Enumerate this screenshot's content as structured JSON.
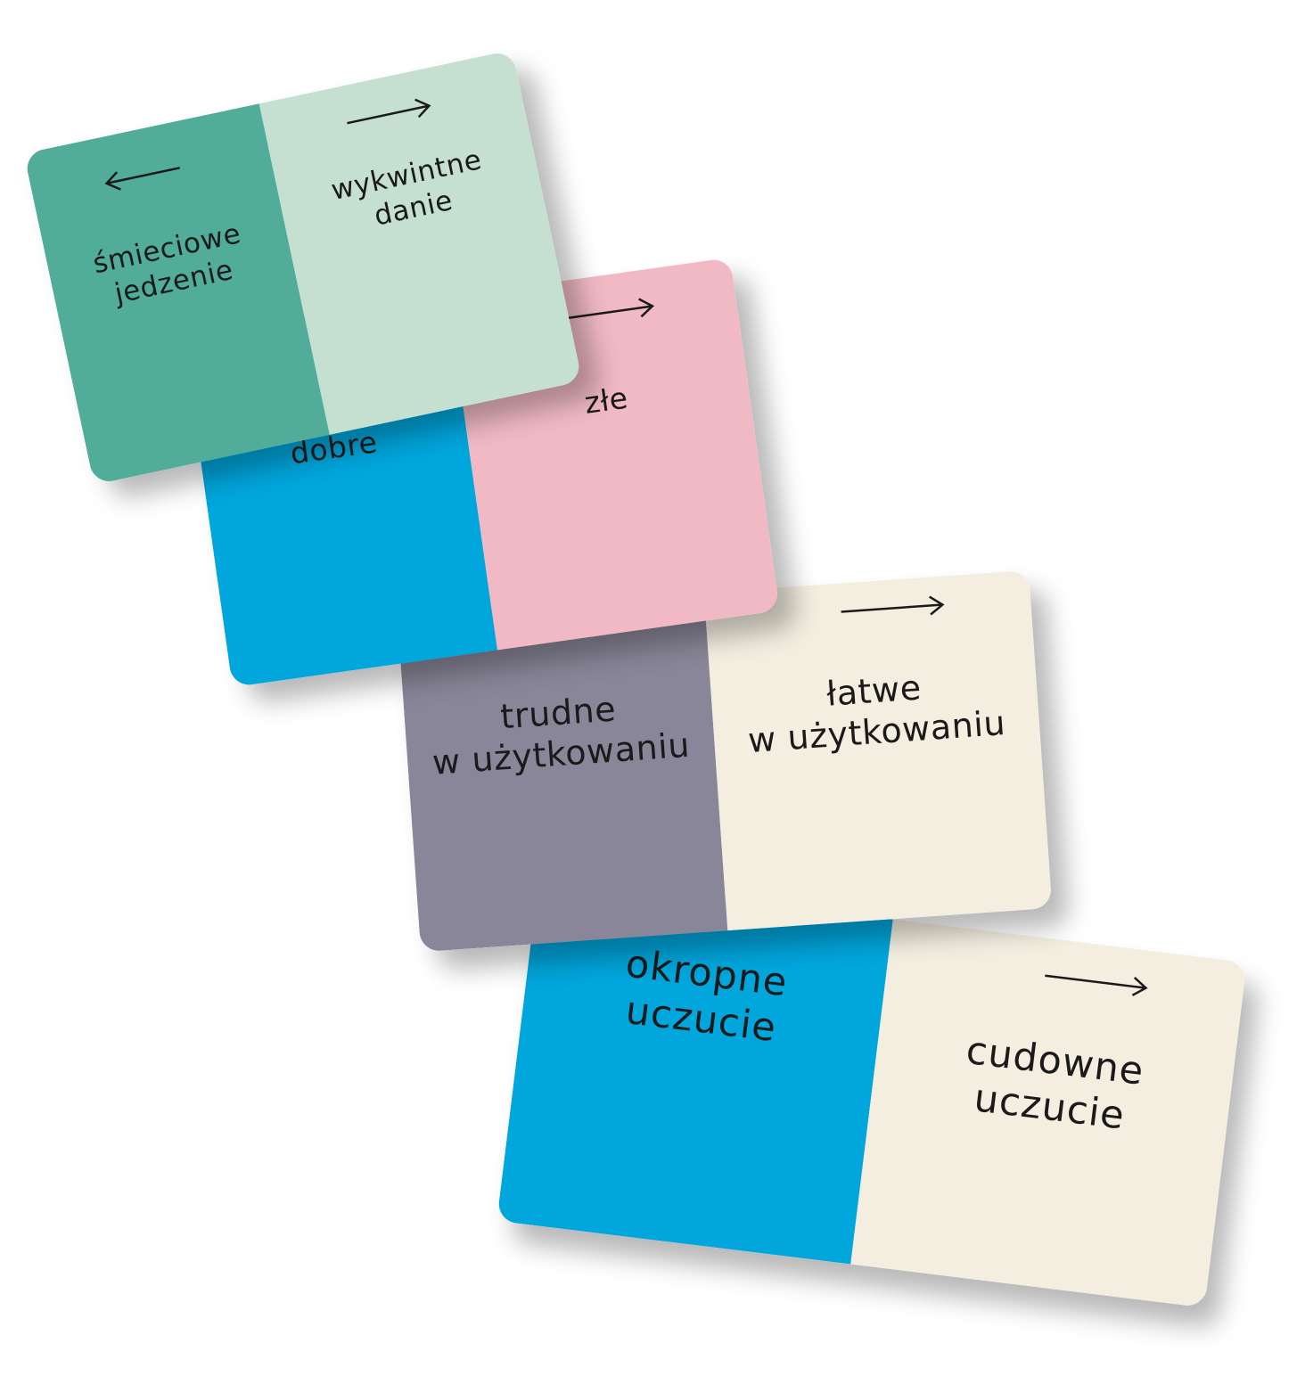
{
  "cards": [
    {
      "left_label": "śmieciowe\njedzenie",
      "right_label": "wykwintne\ndanie",
      "left_color": "#51ad99",
      "right_color": "#c5e0d1",
      "arrows": [
        "arrow-left-icon",
        "arrow-right-icon"
      ]
    },
    {
      "left_label": "dobre",
      "right_label": "złe",
      "left_color": "#00a6dc",
      "right_color": "#f1b9c4",
      "arrows": [
        "arrow-right-icon"
      ]
    },
    {
      "left_label": "trudne\nw użytkowaniu",
      "right_label": "łatwe\nw użytkowaniu",
      "left_color": "#8a8699",
      "right_color": "#f3eee0",
      "arrows": [
        "arrow-right-icon"
      ]
    },
    {
      "left_label": "okropne\nuczucie",
      "right_label": "cudowne\nuczucie",
      "left_color": "#00a6dc",
      "right_color": "#f3eee0",
      "arrows": [
        "arrow-right-icon"
      ]
    }
  ]
}
